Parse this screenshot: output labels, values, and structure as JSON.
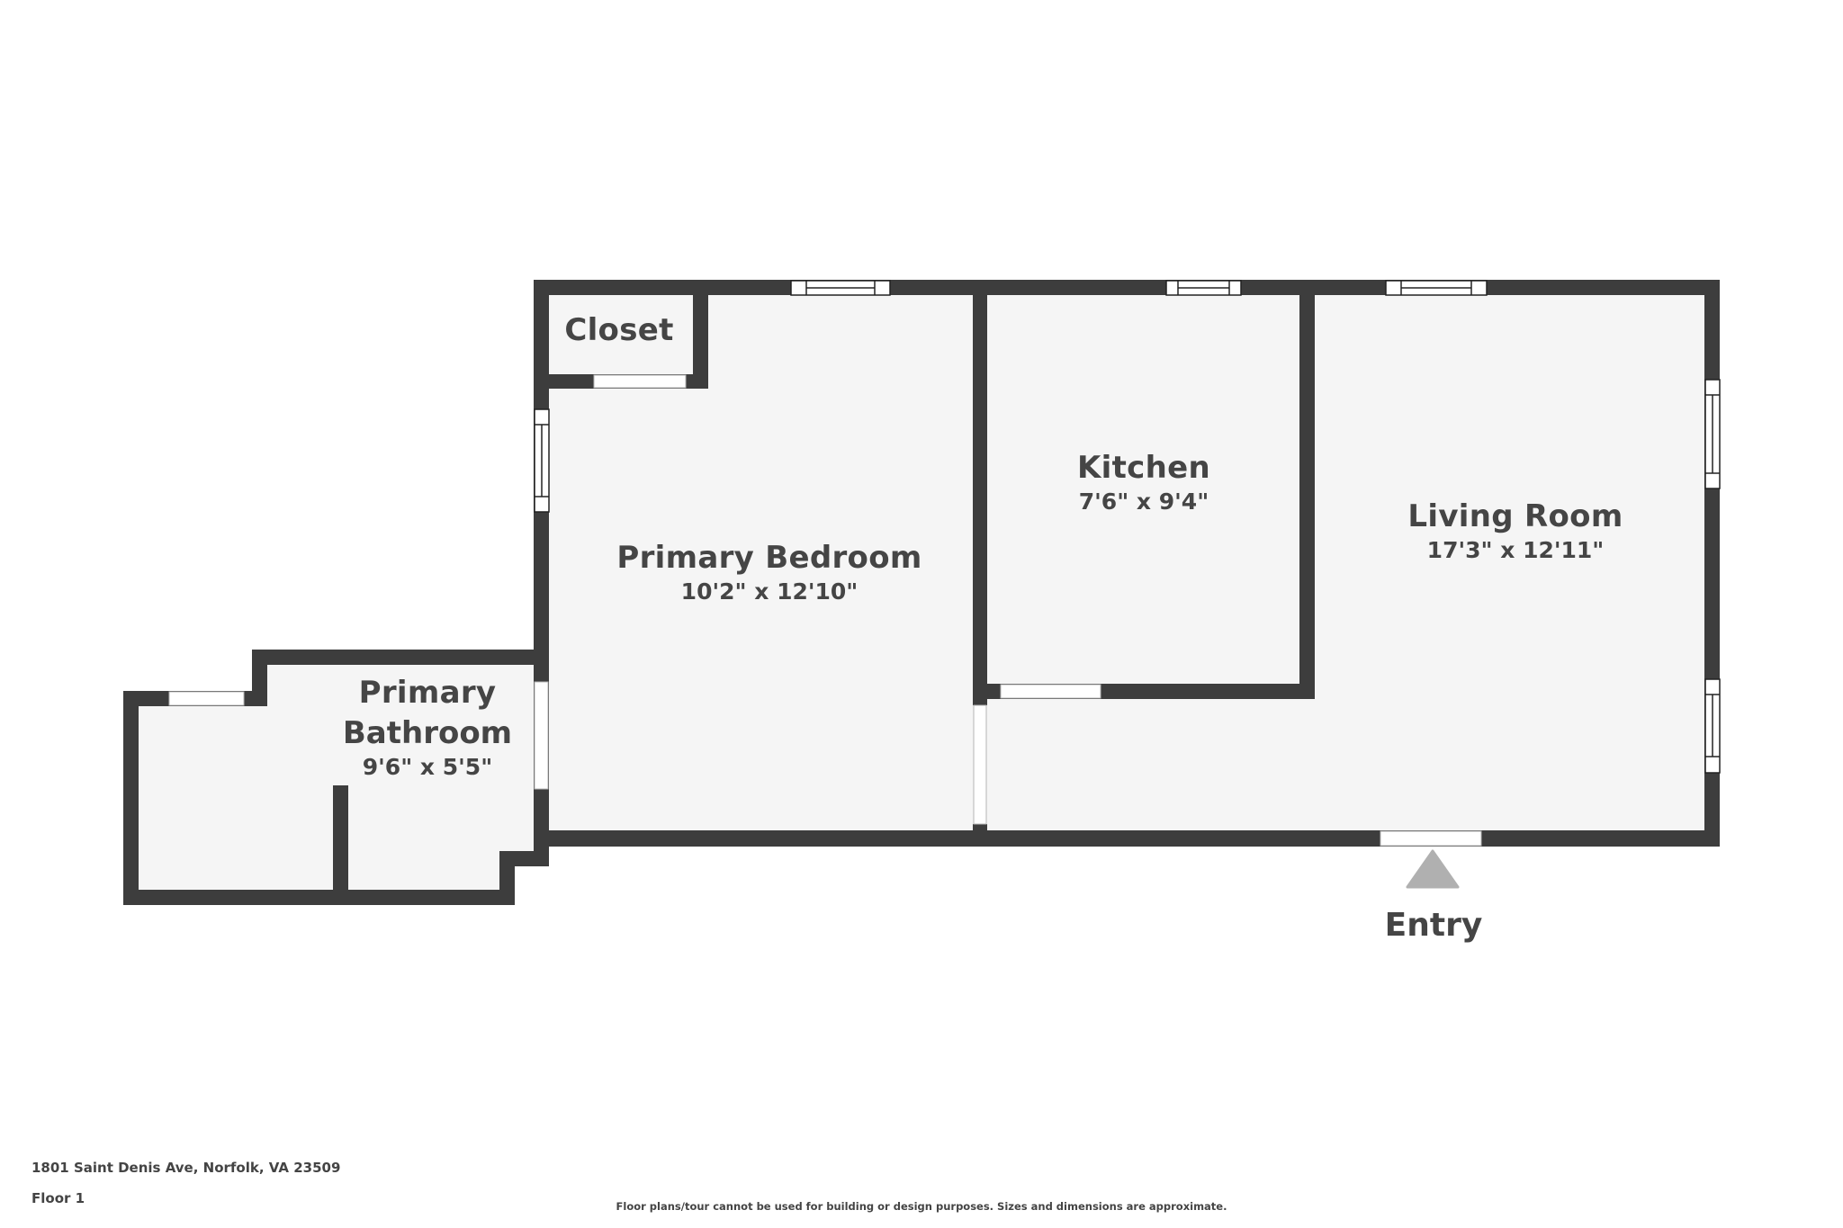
{
  "plan": {
    "floor_label": "Floor 1",
    "address": "1801 Saint Denis Ave, Norfolk, VA 23509",
    "disclaimer": "Floor plans/tour cannot be used for building or design purposes. Sizes and dimensions are approximate."
  },
  "rooms": [
    {
      "name": "Closet",
      "dimensions": ""
    },
    {
      "name": "Primary Bedroom",
      "dimensions": "10'2\" x 12'10\""
    },
    {
      "name": "Kitchen",
      "dimensions": "7'6\" x 9'4\""
    },
    {
      "name": "Living Room",
      "dimensions": "17'3\" x 12'11\""
    },
    {
      "name_line1": "Primary",
      "name_line2": "Bathroom",
      "dimensions": "9'6\" x 5'5\""
    }
  ],
  "entry": {
    "label": "Entry",
    "marker": "triangle-up",
    "marker_color": "#b0b0b0"
  },
  "colors": {
    "wall": "#3d3d3d",
    "floor": "#f5f5f5",
    "text": "#454545",
    "background": "#ffffff"
  }
}
